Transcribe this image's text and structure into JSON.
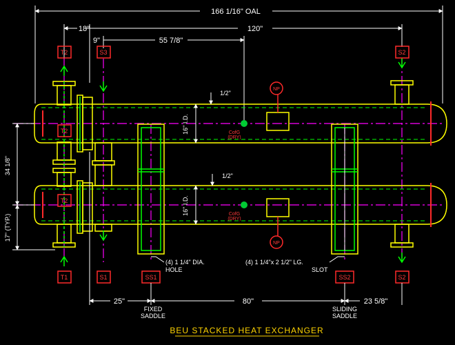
{
  "drawing": {
    "title": "BEU STACKED HEAT EXCHANGER",
    "overall_length": "166 1/16\" OAL",
    "dim_18": "18\"",
    "dim_120": "120\"",
    "dim_9": "9\"",
    "dim_55": "55 7/8\"",
    "dim_25": "25\"",
    "dim_80": "80\"",
    "dim_23": "23 5/8\"",
    "dim_34": "34 1/8\"",
    "dim_17": "17\" (TYP.)",
    "half_inch": "1/2\"",
    "shell_id": "16\" I.D.",
    "cog": "CofG",
    "dry": "(DRY)",
    "hole_note": "(4) 1 1/4\" DIA. HOLE",
    "slot_note": "(4) 1 1/4\" x 2 1/2\" LG. SLOT",
    "fixed_saddle": "FIXED SADDLE",
    "sliding_saddle": "SLIDING SADDLE"
  },
  "tags": {
    "t2": "T2",
    "s3": "S3",
    "s2": "S2",
    "t1": "T1",
    "s1": "S1",
    "ss1": "SS1",
    "ss2": "SS2",
    "np": "NP"
  },
  "colors": {
    "background": "#000000",
    "outline": "#ffff00",
    "steel": "#00ff00",
    "centerline": "#ff00ff",
    "tag": "#ff2a2a",
    "dimension": "#ffffff",
    "cog": "#00cc33",
    "title": "#ffd400"
  },
  "icons": [
    "flow-arrow-up-icon",
    "flow-arrow-down-icon",
    "cog-symbol-icon",
    "nozzle-np-icon"
  ]
}
